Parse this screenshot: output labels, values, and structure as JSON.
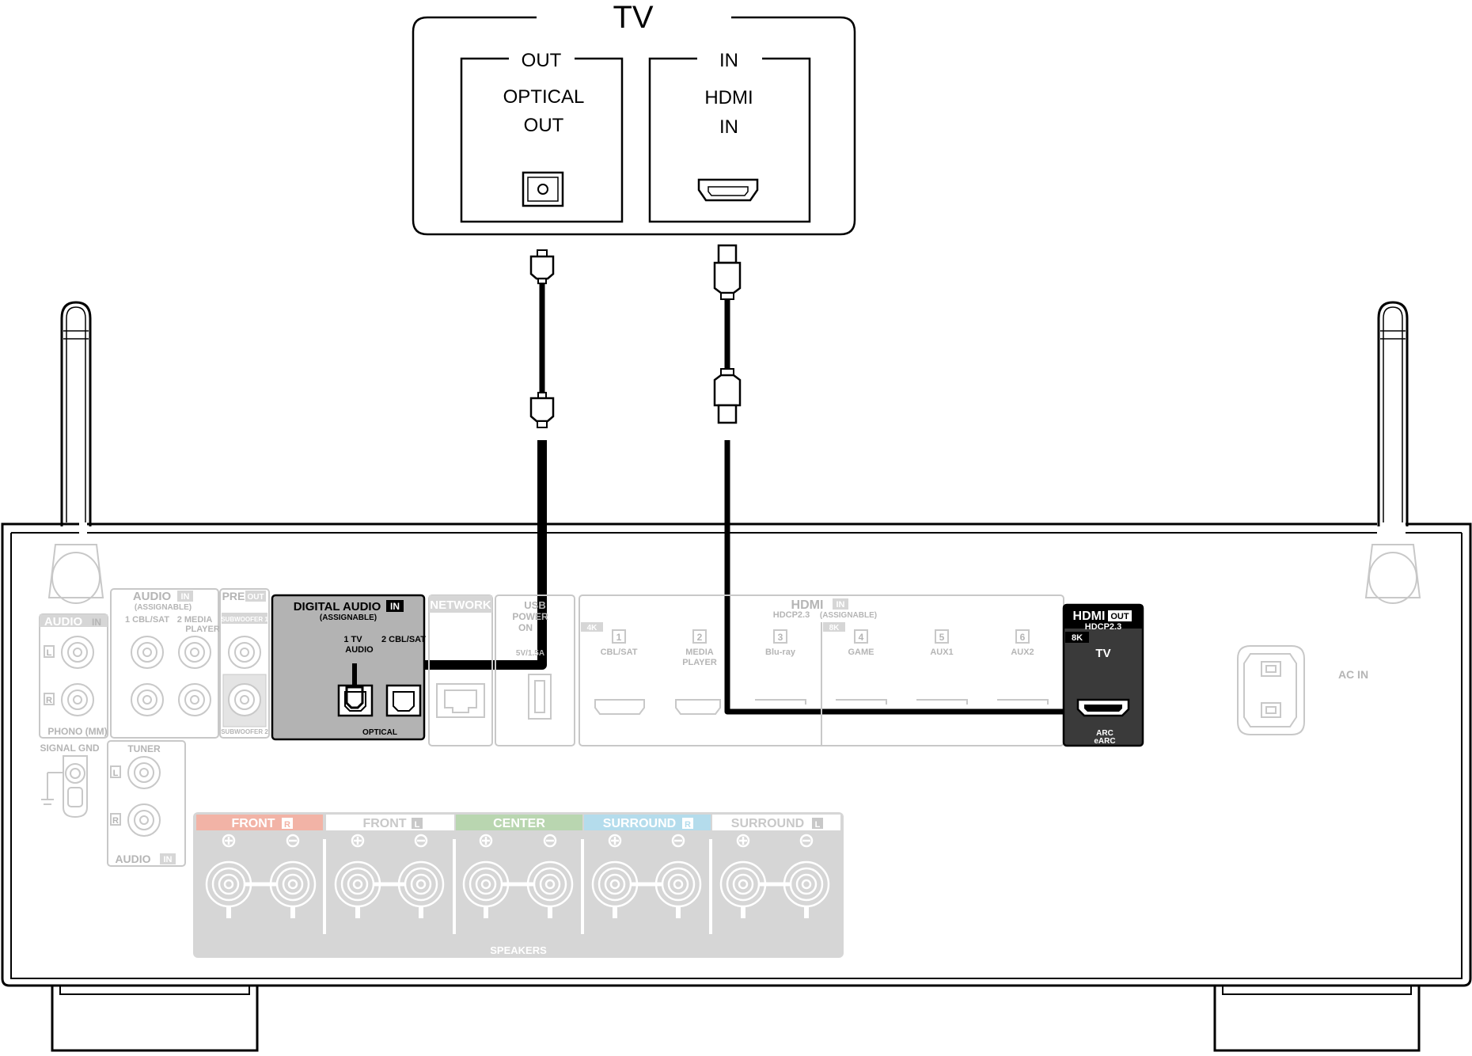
{
  "tv": {
    "title": "TV",
    "out_group": "OUT",
    "out_port_line1": "OPTICAL",
    "out_port_line2": "OUT",
    "in_group": "IN",
    "in_port_line1": "HDMI",
    "in_port_line2": "IN"
  },
  "receiver": {
    "audio_in_left": "AUDIO",
    "audio_in_left_tag": "IN",
    "channel_l": "L",
    "channel_r": "R",
    "phono": "PHONO (MM)",
    "signal_gnd": "SIGNAL GND",
    "audio_in": "AUDIO",
    "audio_in_tag": "IN",
    "assignable": "(ASSIGNABLE)",
    "audio_in_ch1": "1 CBL/SAT",
    "audio_in_ch2": "2 MEDIA",
    "audio_in_ch2b": "PLAYER",
    "pre_out": "PRE",
    "pre_out_tag": "OUT",
    "subwoofer1": "SUBWOOFER 1",
    "subwoofer2": "SUBWOOFER 2",
    "tuner": "TUNER",
    "tuner_audio": "AUDIO",
    "tuner_audio_tag": "IN",
    "digital_audio": "DIGITAL AUDIO",
    "digital_audio_tag": "IN",
    "digital_assignable": "(ASSIGNABLE)",
    "digital_port1": "1   TV",
    "digital_port1b": "AUDIO",
    "digital_port2": "2 CBL/SAT",
    "optical": "OPTICAL",
    "network": "NETWORK",
    "usb": "USB",
    "usb_power": "POWER",
    "usb_on": "ON",
    "usb_rating": "5V/1.5A",
    "hdmi": "HDMI",
    "hdmi_tag": "IN",
    "hdcp": "HDCP2.3",
    "hdmi_assignable": "(ASSIGNABLE)",
    "badge_4k": "4K",
    "badge_8k": "8K",
    "hdmi_inputs": [
      {
        "num": "1",
        "name": "CBL/SAT"
      },
      {
        "num": "2",
        "name": "MEDIA",
        "name2": "PLAYER"
      },
      {
        "num": "3",
        "name": "Blu-ray"
      },
      {
        "num": "4",
        "name": "GAME"
      },
      {
        "num": "5",
        "name": "AUX1"
      },
      {
        "num": "6",
        "name": "AUX2"
      }
    ],
    "hdmi_out": "HDMI",
    "hdmi_out_tag": "OUT",
    "hdmi_out_hdcp": "HDCP2.3",
    "hdmi_out_8k": "8K",
    "hdmi_out_tv": "TV",
    "hdmi_out_arc": "ARC",
    "hdmi_out_earc": "eARC",
    "ac_in": "AC IN",
    "speakers": [
      {
        "label": "FRONT",
        "ch": "R",
        "color": "#f2b3a6"
      },
      {
        "label": "FRONT",
        "ch": "L",
        "color": "#ffffff"
      },
      {
        "label": "CENTER",
        "ch": "",
        "color": "#b9d6b0"
      },
      {
        "label": "SURROUND",
        "ch": "R",
        "color": "#b4dcec"
      },
      {
        "label": "SURROUND",
        "ch": "L",
        "color": "#ffffff"
      }
    ],
    "speakers_label": "SPEAKERS"
  },
  "colors": {
    "ink": "#000000",
    "faint": "#c8c8c8",
    "highlight_panel": "#b3b3b3",
    "hdmi_out_panel": "#3a3a3a"
  }
}
